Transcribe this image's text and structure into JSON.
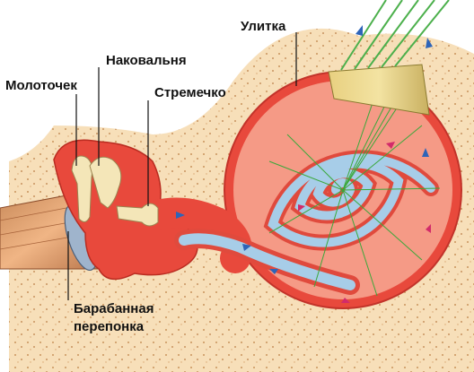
{
  "labels": {
    "hammer": "Молоточек",
    "anvil": "Наковальня",
    "stirrup": "Стремечко",
    "cochlea": "Улитка",
    "eardrum_line1": "Барабанная",
    "eardrum_line2": "перепонка"
  },
  "colors": {
    "bone_background": "#f6dcb5",
    "tissue_red": "#e8493c",
    "tissue_pink": "#f59a86",
    "canal_blue": "#a7cde8",
    "nerve_green": "#3aa83a",
    "bone_ossicle": "#f4e6b8",
    "arrow_blue": "#2e64b8",
    "arrow_magenta": "#d22b6a"
  },
  "icons": [
    "sound-flow-arrow-icon",
    "nerve-signal-arrow-icon"
  ]
}
